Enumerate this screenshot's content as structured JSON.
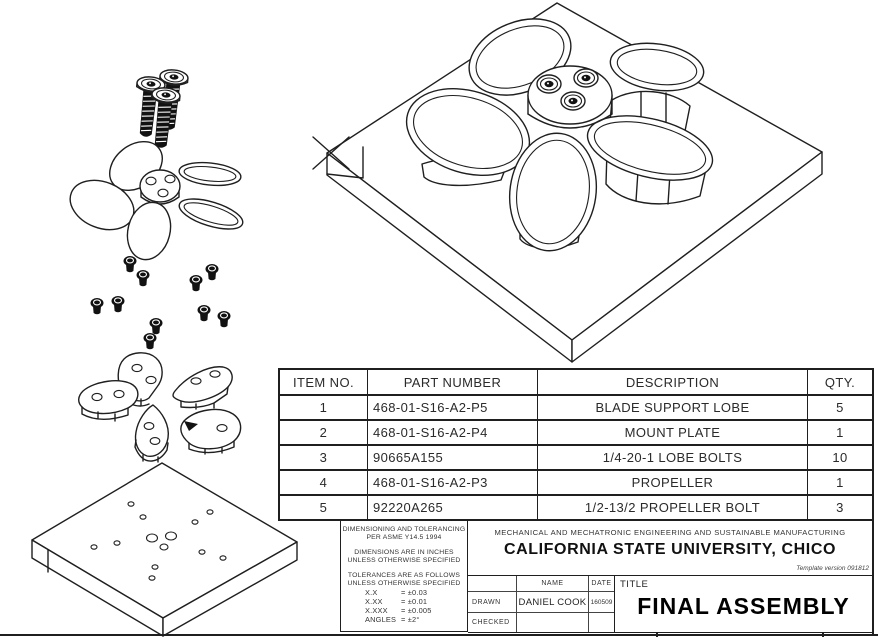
{
  "bom": {
    "headers": [
      "ITEM NO.",
      "PART NUMBER",
      "DESCRIPTION",
      "QTY."
    ],
    "rows": [
      [
        "1",
        "468-01-S16-A2-P5",
        "BLADE SUPPORT LOBE",
        "5"
      ],
      [
        "2",
        "468-01-S16-A2-P4",
        "MOUNT PLATE",
        "1"
      ],
      [
        "3",
        "90665A155",
        "1/4-20-1 LOBE BOLTS",
        "10"
      ],
      [
        "4",
        "468-01-S16-A2-P3",
        "PROPELLER",
        "1"
      ],
      [
        "5",
        "92220A265",
        "1/2-13/2 PROPELLER BOLT",
        "3"
      ]
    ]
  },
  "title_block": {
    "notes": {
      "para1_line1": "DIMENSIONING AND TOLERANCING",
      "para1_line2": "PER ASME Y14.5 1994",
      "para2_line1": "DIMENSIONS ARE IN INCHES",
      "para2_line2": "UNLESS OTHERWISE SPECIFIED",
      "para3_line1": "TOLERANCES ARE AS FOLLOWS",
      "para3_line2": "UNLESS OTHERWISE SPECIFIED",
      "tol_rows": [
        [
          "X.X",
          "=  ±0.03"
        ],
        [
          "X.XX",
          "=  ±0.01"
        ],
        [
          "X.XXX",
          "=  ±0.005"
        ],
        [
          "ANGLES",
          "=  ±2°"
        ]
      ]
    },
    "department": "MECHANICAL AND MECHATRONIC ENGINEERING AND SUSTAINABLE MANUFACTURING",
    "university": "CALIFORNIA STATE UNIVERSITY, CHICO",
    "template_version": "Template version 091812",
    "name_header": "NAME",
    "date_header": "DATE",
    "drawn_label": "DRAWN",
    "drawn_name": "DANIEL COOK",
    "drawn_date": "160509",
    "checked_label": "CHECKED",
    "title_label": "TITLE",
    "title": "FINAL ASSEMBLY"
  },
  "drawing": {
    "colors": {
      "line": "#1f1f1f",
      "paper": "#ffffff",
      "bolt_fill": "#121212"
    },
    "parts": {
      "assembled_view": "final assembly isometric view",
      "propeller_bolts": "propeller bolts x3",
      "propeller": "propeller exploded view",
      "lobe_bolts": "lobe bolts x10",
      "blade_support_lobes": "blade support lobes x5",
      "mount_plate": "mount plate isometric view"
    }
  }
}
